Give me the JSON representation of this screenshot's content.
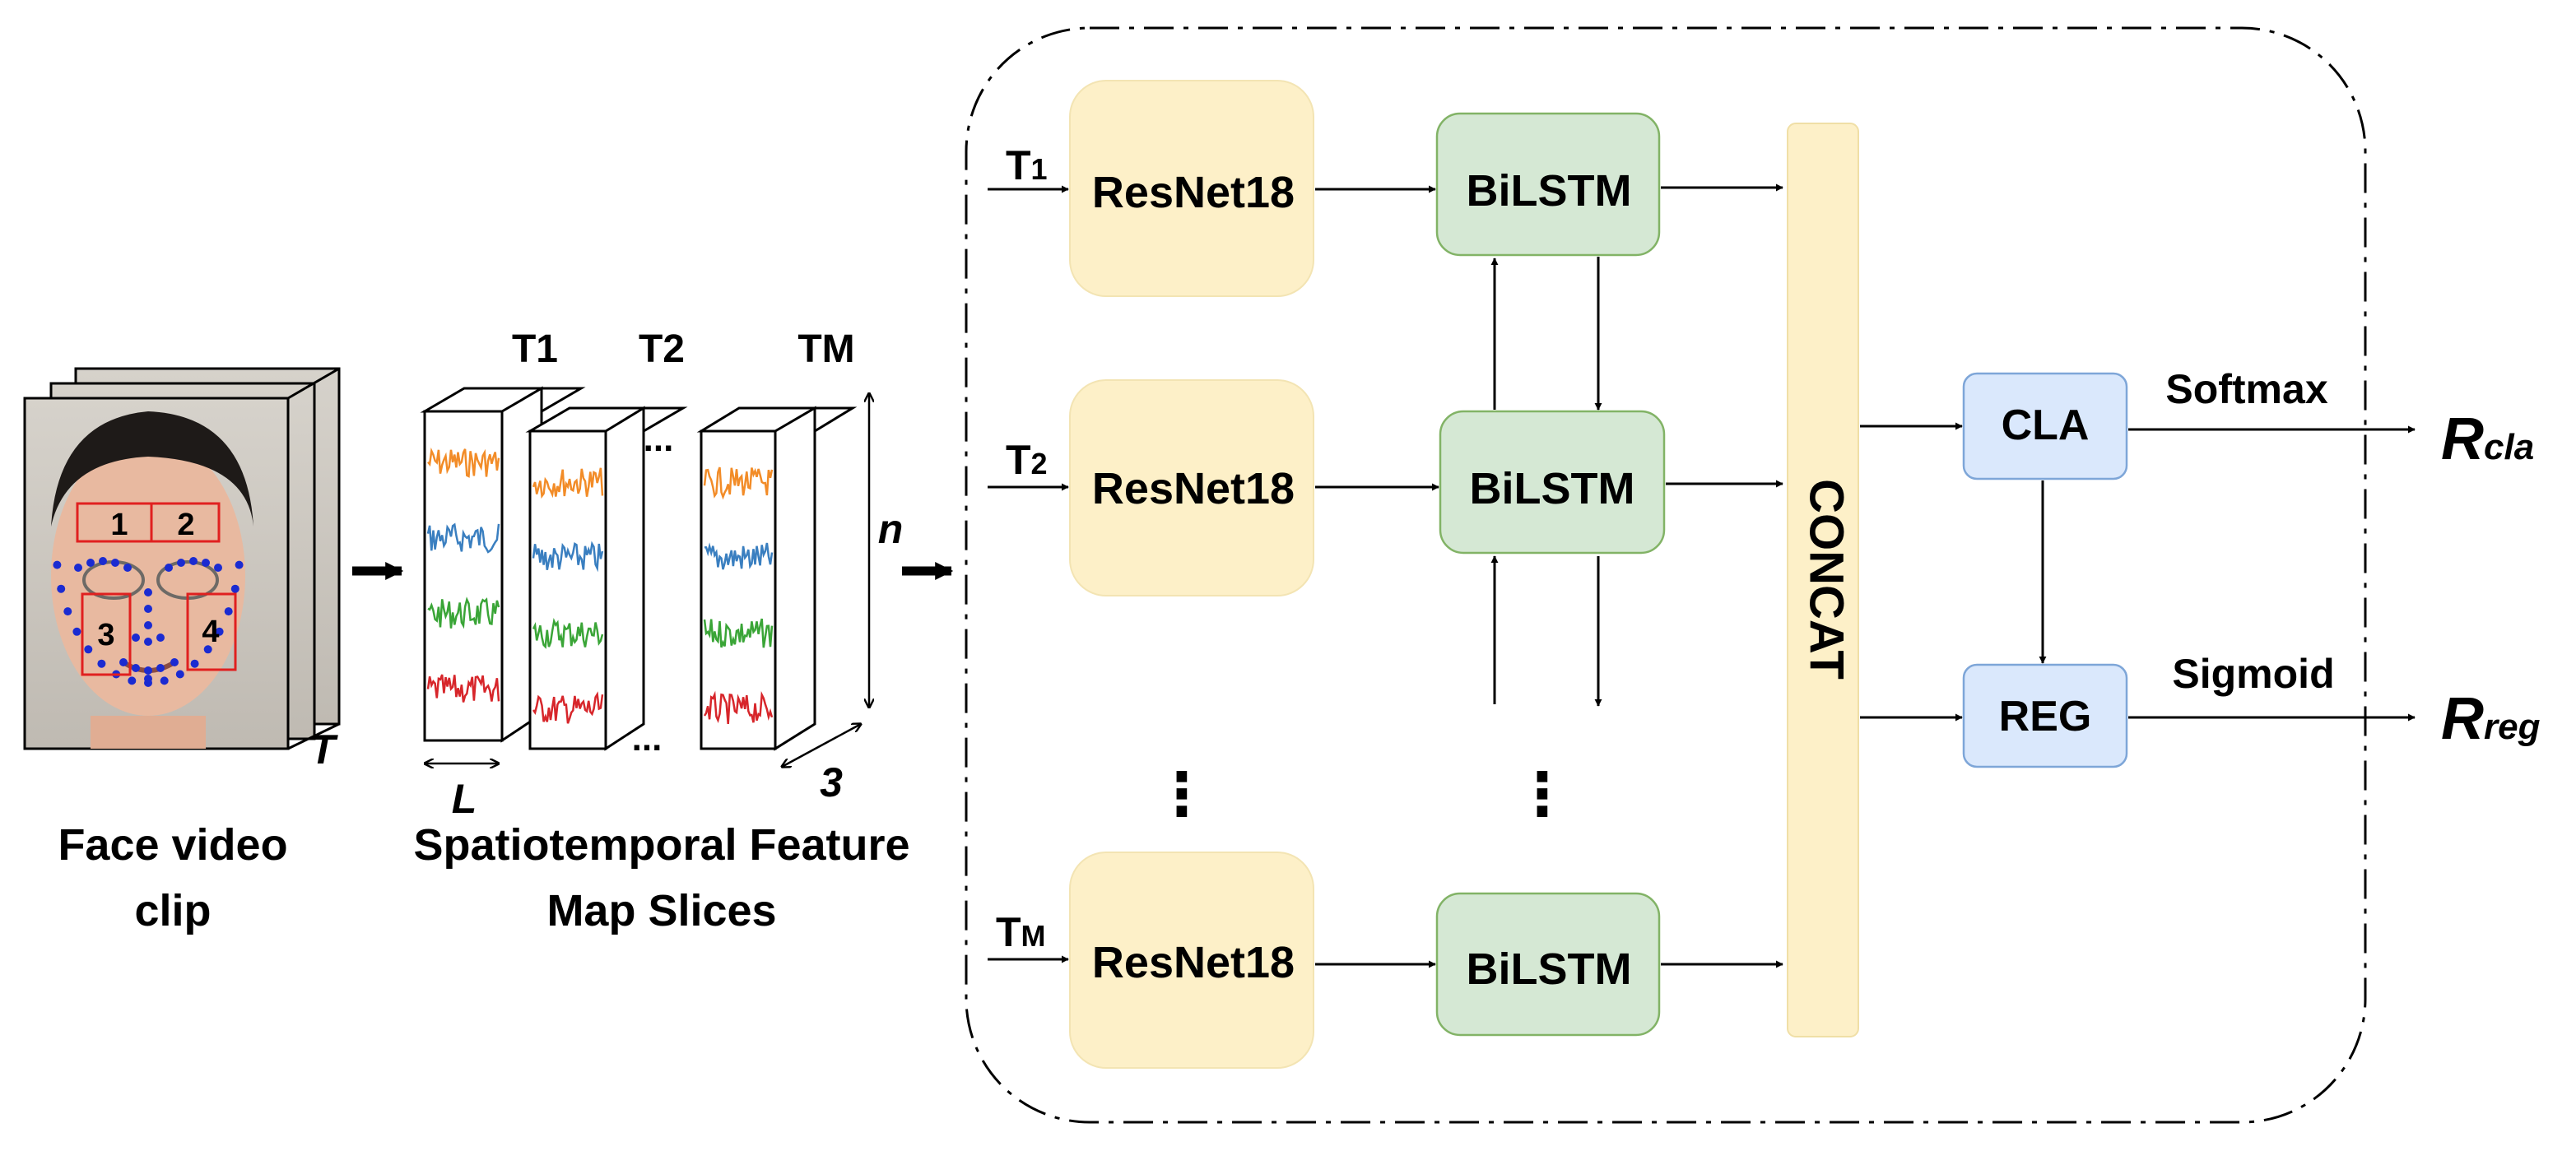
{
  "input": {
    "caption_line1": "Face video",
    "caption_line2": "clip",
    "time_label": "T",
    "regions": [
      "1",
      "2",
      "3",
      "4"
    ]
  },
  "slices": {
    "caption_line1": "Spatiotemporal Feature",
    "caption_line2": "Map Slices",
    "slice_labels": [
      "T1",
      "T2",
      "TM"
    ],
    "ellipsis": "...",
    "height_label": "n",
    "width_label": "L",
    "depth_label": "3",
    "signal_colors": [
      "#f28c28",
      "#3a7fc0",
      "#3aa537",
      "#d7262b"
    ]
  },
  "network": {
    "inputs": [
      {
        "main": "T",
        "sub": "1"
      },
      {
        "main": "T",
        "sub": "2"
      },
      {
        "main": "T",
        "sub": "M"
      }
    ],
    "resnet_label": "ResNet18",
    "bilstm_label": "BiLSTM",
    "concat_label": "CONCAT",
    "cla_label": "CLA",
    "reg_label": "REG",
    "softmax_label": "Softmax",
    "sigmoid_label": "Sigmoid",
    "vdots": "⋮",
    "colors": {
      "resnet": "#fdf0c8",
      "bilstm": "#d5e8d4",
      "concat": "#fdf0c8",
      "head": "#dae8fc",
      "head_stroke": "#7ea6d8",
      "bilstm_stroke": "#82b366"
    }
  },
  "outputs": {
    "cla": {
      "main": "R",
      "sub": "cla"
    },
    "reg": {
      "main": "R",
      "sub": "reg"
    }
  }
}
